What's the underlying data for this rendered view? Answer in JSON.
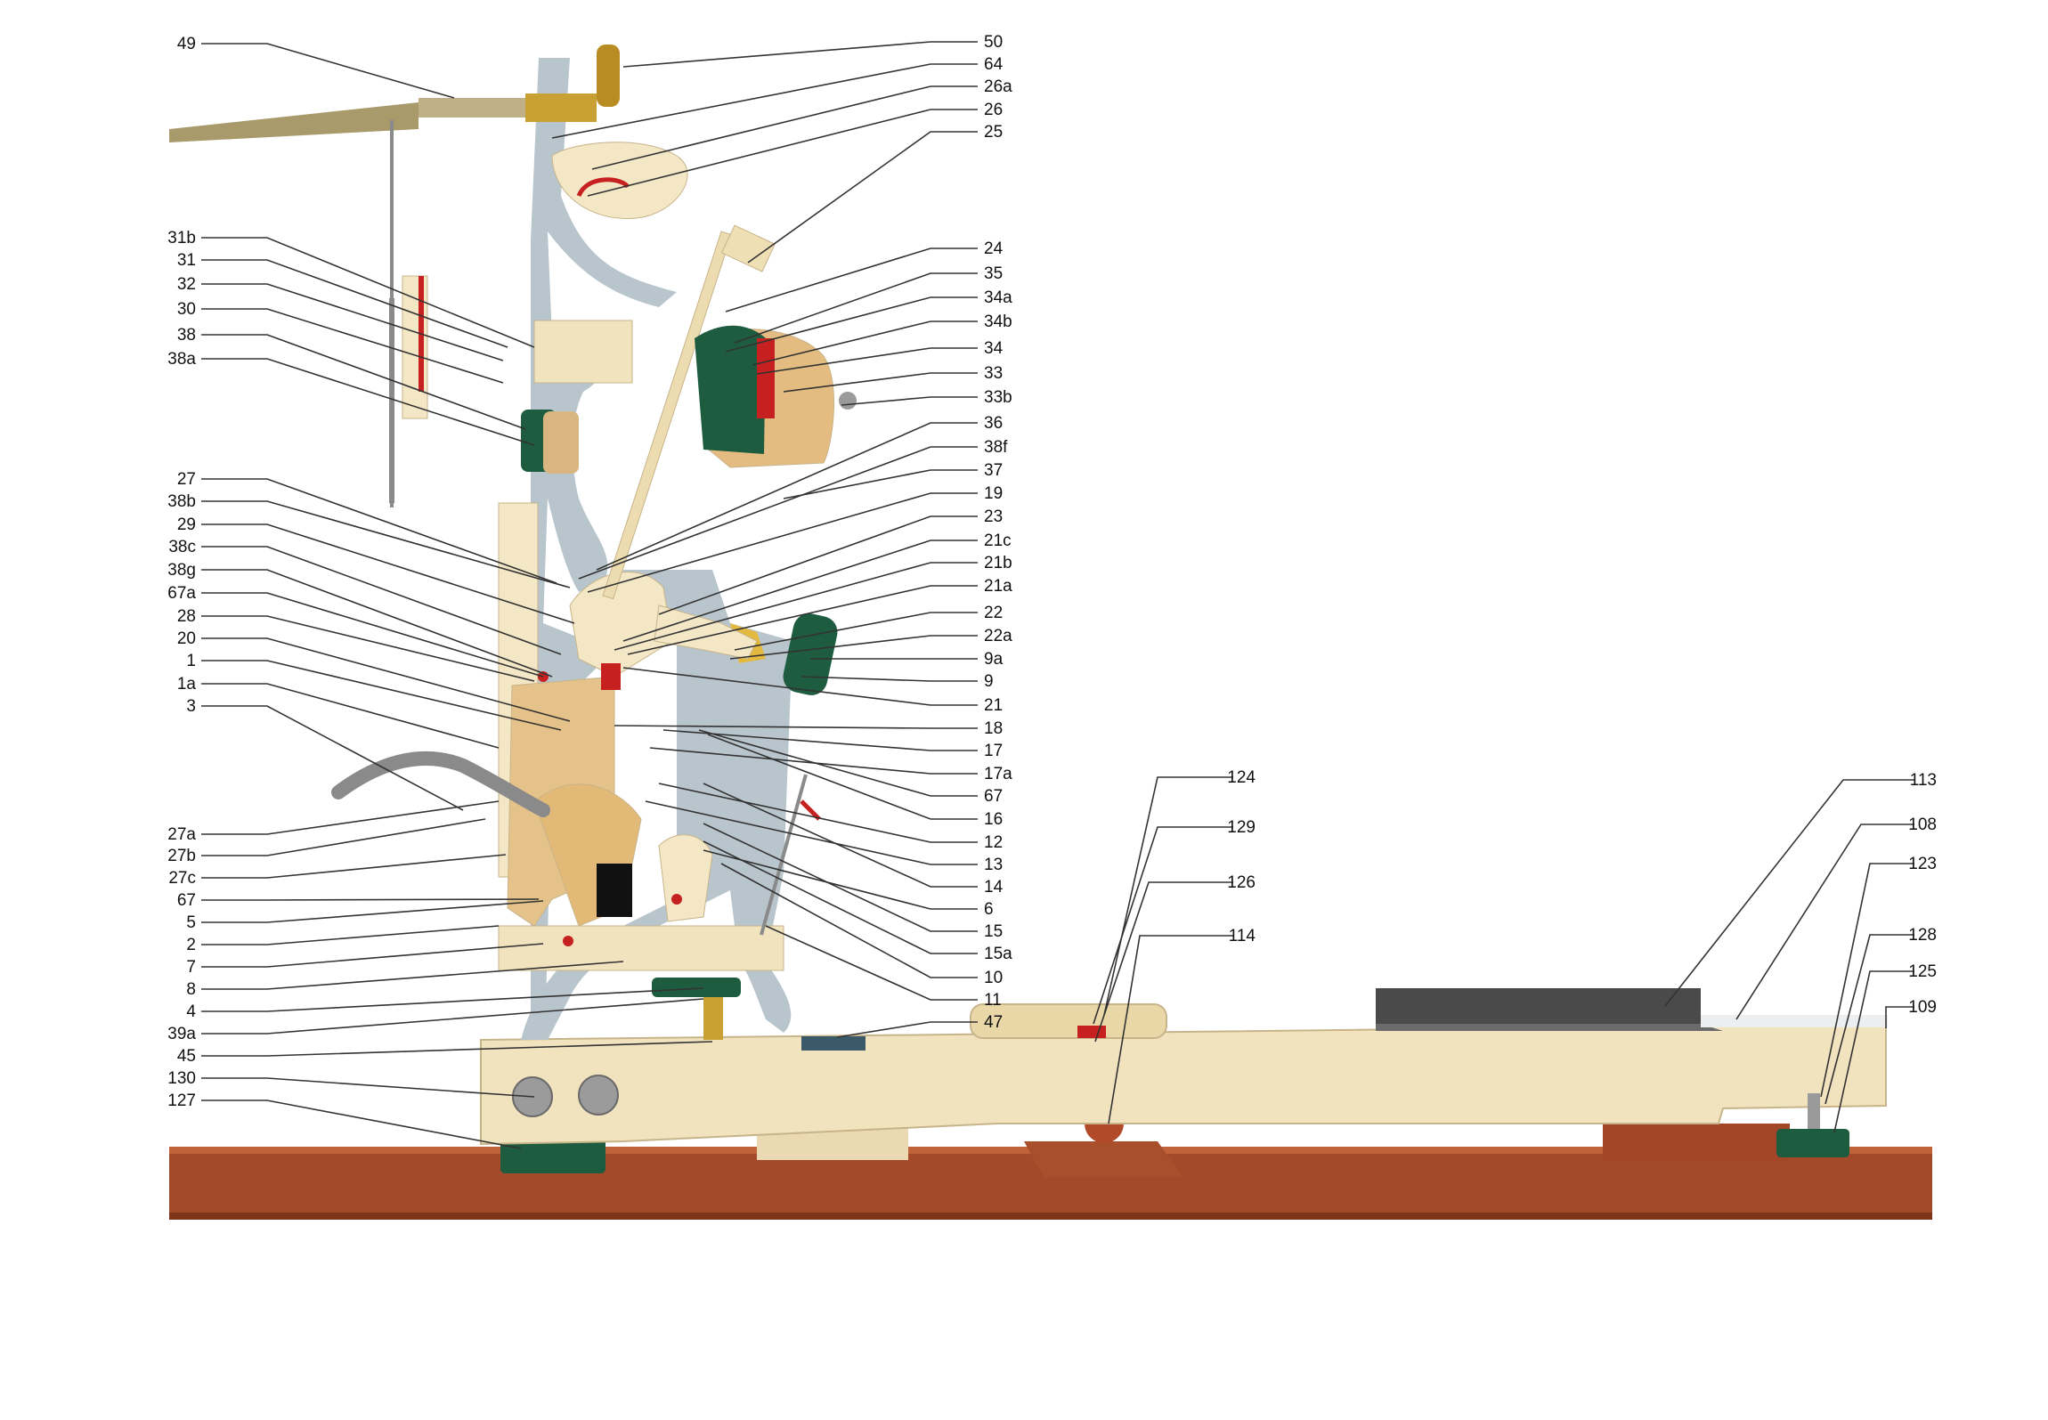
{
  "diagram": {
    "left_labels": [
      "49",
      "31b",
      "31",
      "32",
      "30",
      "38",
      "38a",
      "27",
      "38b",
      "29",
      "38c",
      "38g",
      "67a",
      "28",
      "20",
      "1",
      "1a",
      "3",
      "27a",
      "27b",
      "27c",
      "67",
      "5",
      "2",
      "7",
      "8",
      "4",
      "39a",
      "45",
      "130",
      "127"
    ],
    "right_labels": [
      "50",
      "64",
      "26a",
      "26",
      "25",
      "24",
      "35",
      "34a",
      "34b",
      "34",
      "33",
      "33b",
      "36",
      "38f",
      "37",
      "19",
      "23",
      "21c",
      "21b",
      "21a",
      "22",
      "22a",
      "9a",
      "9",
      "21",
      "18",
      "17",
      "17a",
      "67",
      "16",
      "12",
      "13",
      "14",
      "6",
      "15",
      "15a",
      "10",
      "11",
      "47"
    ],
    "key_labels": [
      "124",
      "129",
      "126",
      "114",
      "113",
      "108",
      "123",
      "128",
      "125",
      "109"
    ],
    "colors": {
      "frame": "#b9c5cc",
      "wood": "#f0e3bd",
      "wood_dark": "#d9b57f",
      "felt": "#1d5c3e",
      "base": "#a34a2a",
      "brass": "#c9a033",
      "steel": "#9a9a9a",
      "red": "#c62020",
      "leader": "#333333"
    }
  }
}
